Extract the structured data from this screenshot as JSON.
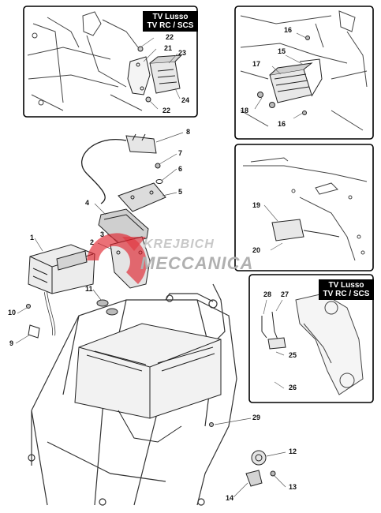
{
  "panels": {
    "top_left": {
      "caption_lines": [
        "TV Lusso",
        "TV RC / SCS"
      ]
    },
    "bottom_right": {
      "caption_lines": [
        "TV Lusso",
        "TV RC / SCS"
      ]
    }
  },
  "watermark": {
    "line1": "KREJBICH",
    "line2": "MECCANICA",
    "color": "#e0202b"
  },
  "callouts": [
    {
      "id": "c1",
      "text": "1"
    },
    {
      "id": "c2",
      "text": "2"
    },
    {
      "id": "c3",
      "text": "3"
    },
    {
      "id": "c4",
      "text": "4"
    },
    {
      "id": "c5",
      "text": "5"
    },
    {
      "id": "c6",
      "text": "6"
    },
    {
      "id": "c7",
      "text": "7"
    },
    {
      "id": "c8",
      "text": "8"
    },
    {
      "id": "c9",
      "text": "9"
    },
    {
      "id": "c10",
      "text": "10"
    },
    {
      "id": "c11",
      "text": "11"
    },
    {
      "id": "c12",
      "text": "12"
    },
    {
      "id": "c13",
      "text": "13"
    },
    {
      "id": "c14",
      "text": "14"
    },
    {
      "id": "c15",
      "text": "15"
    },
    {
      "id": "c16a",
      "text": "16"
    },
    {
      "id": "c16b",
      "text": "16"
    },
    {
      "id": "c17",
      "text": "17"
    },
    {
      "id": "c18",
      "text": "18"
    },
    {
      "id": "c19",
      "text": "19"
    },
    {
      "id": "c20",
      "text": "20"
    },
    {
      "id": "c21",
      "text": "21"
    },
    {
      "id": "c22a",
      "text": "22"
    },
    {
      "id": "c22b",
      "text": "22"
    },
    {
      "id": "c23",
      "text": "23"
    },
    {
      "id": "c24",
      "text": "24"
    },
    {
      "id": "c25",
      "text": "25"
    },
    {
      "id": "c26",
      "text": "26"
    },
    {
      "id": "c27",
      "text": "27"
    },
    {
      "id": "c28",
      "text": "28"
    },
    {
      "id": "c29",
      "text": "29"
    }
  ]
}
